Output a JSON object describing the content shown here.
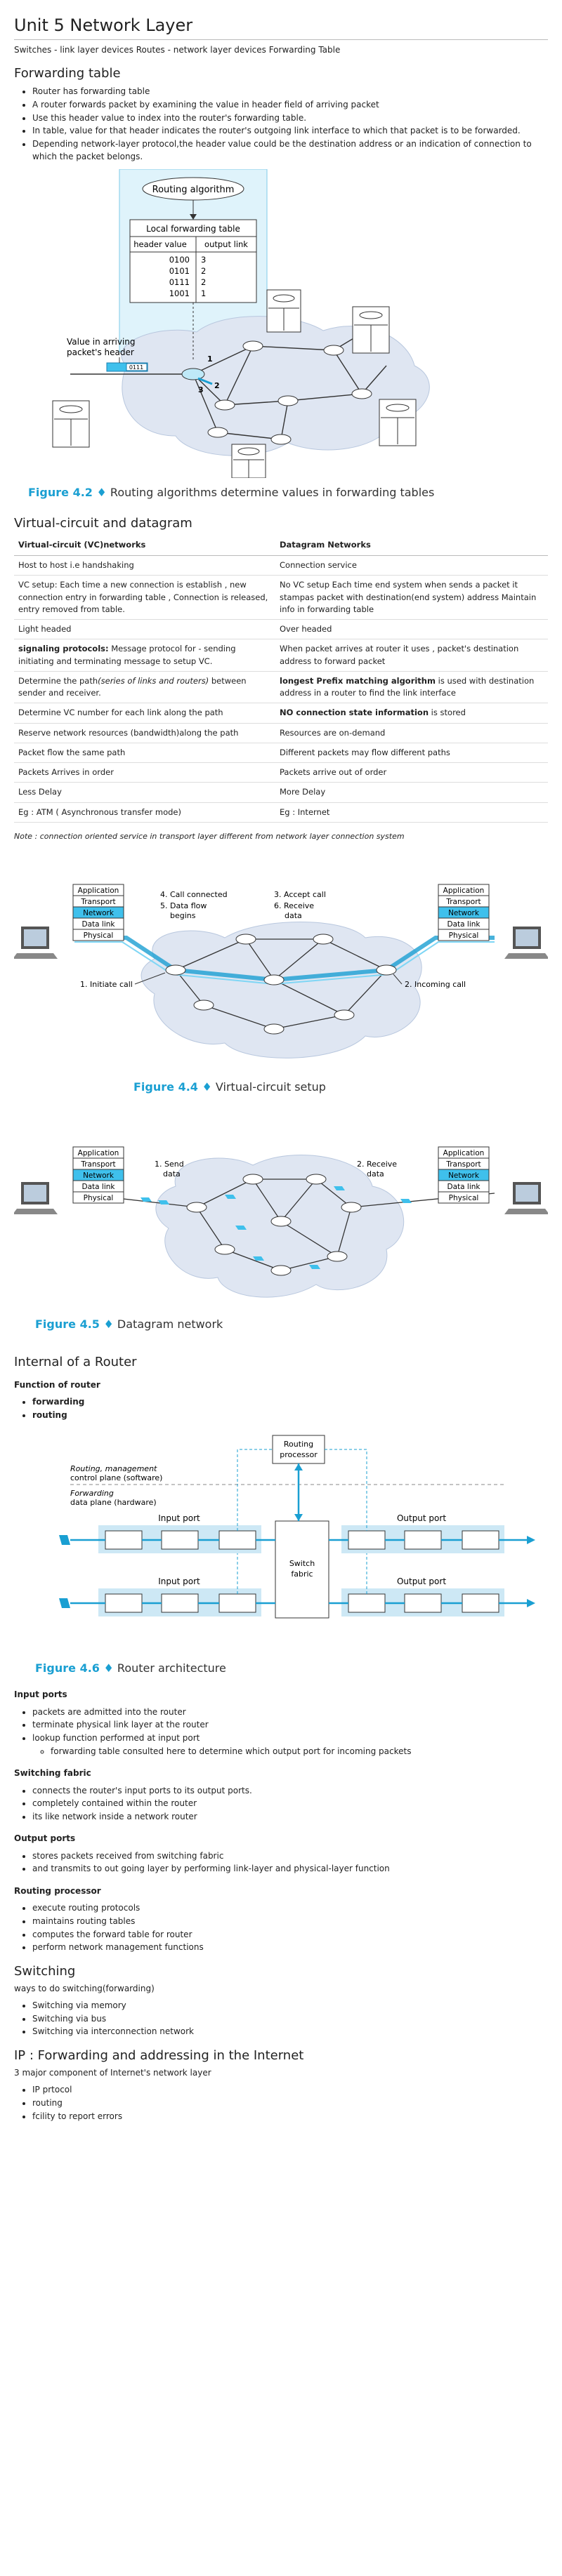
{
  "title": "Unit 5 Network Layer",
  "intro": "Switches - link layer devices Routes - network layer devices Forwarding Table",
  "fwd": {
    "heading": "Forwarding table",
    "bullets": [
      "Router has forwarding table",
      "A router forwards packet by examining the value in header field of arriving packet",
      "Use this header value to index into the router's forwarding table.",
      "In table, value for that header indicates the router's outgoing link interface to which that packet is to be forwarded.",
      "Depending network-layer protocol,the header value could be the destination address or an indication of connection to which the packet belongs."
    ],
    "fig": {
      "algo": "Routing algorithm",
      "table_title": "Local forwarding table",
      "col1": "header value",
      "col2": "output link",
      "rows": [
        [
          "0100",
          "3"
        ],
        [
          "0101",
          "2"
        ],
        [
          "0111",
          "2"
        ],
        [
          "1001",
          "1"
        ]
      ],
      "arrive1": "Value in arriving",
      "arrive2": "packet's header",
      "pkt": "0111",
      "l1": "1",
      "l2": "2",
      "l3": "3"
    },
    "caption_num": "Figure 4.2 ♦",
    "caption_text": "Routing algorithms determine values in forwarding tables"
  },
  "vc": {
    "heading": "Virtual-circuit and datagram",
    "th1": "Virtual-circuit (VC)networks",
    "th2": "Datagram Networks",
    "rows": [
      {
        "a": "Host to host i.e handshaking",
        "b": "Connection service"
      },
      {
        "a": "VC setup: Each time a new connection is establish , new connection entry in forwarding table , Connection is released, entry removed from table.",
        "b": "No VC setup Each time end system when sends a packet it stampas packet with destination(end system) address Maintain info in forwarding table"
      },
      {
        "a": "Light headed",
        "b": "Over headed"
      },
      {
        "a_b": "signaling protocols:",
        "a": " Message protocol for - sending initiating and terminating message to setup VC.",
        "b": "When packet arrives at router it uses , packet's destination address to forward packet"
      },
      {
        "a": "Determine the path",
        "a_i": "(series of links and routers)",
        "a2": " between sender and receiver.",
        "b_b": "longest Prefix matching algorithm",
        "b": " is used with destination address in a router to find the link interface"
      },
      {
        "a": "Determine VC number for each link along the path",
        "b_b": "NO connection state information",
        "b": " is stored"
      },
      {
        "a": "Reserve network resources (bandwidth)along the path",
        "b": "Resources are on-demand"
      },
      {
        "a": "Packet flow the same path",
        "b": "Different packets may flow different paths"
      },
      {
        "a": "Packets Arrives in order",
        "b": "Packets arrive out of order"
      },
      {
        "a": "Less Delay",
        "b": "More Delay"
      },
      {
        "a": "Eg : ATM ( Asynchronous transfer mode)",
        "b": "Eg : Internet"
      }
    ],
    "note": "Note : connection oriented service in transport layer different from network layer connection system"
  },
  "stack": [
    "Application",
    "Transport",
    "Network",
    "Data link",
    "Physical"
  ],
  "fig44": {
    "s4": "4. Call connected",
    "s5a": "5. Data flow",
    "s5b": "begins",
    "s3": "3. Accept call",
    "s6a": "6. Receive",
    "s6b": "data",
    "s1": "1. Initiate call",
    "s2": "2. Incoming call",
    "caption_num": "Figure 4.4 ♦",
    "caption_text": "Virtual-circuit setup"
  },
  "fig45": {
    "s1a": "1. Send",
    "s1b": "data",
    "s2a": "2. Receive",
    "s2b": "data",
    "caption_num": "Figure 4.5 ♦",
    "caption_text": "Datagram network"
  },
  "router": {
    "heading": "Internal of a Router",
    "func_label": "Function of router",
    "funcs": [
      "forwarding",
      "routing"
    ],
    "fig": {
      "rp1": "Routing",
      "rp2": "processor",
      "cp1": "Routing, management",
      "cp2": "control plane (software)",
      "dp1": "Forwarding",
      "dp2": "data plane (hardware)",
      "in1": "Input port",
      "in2": "Input port",
      "out1": "Output port",
      "out2": "Output port",
      "sw1": "Switch",
      "sw2": "fabric"
    },
    "caption_num": "Figure 4.6 ♦",
    "caption_text": "Router architecture",
    "input_label": "Input ports",
    "input": [
      "packets are admitted into the router",
      "terminate physical link layer at the router",
      "lookup function performed at input port"
    ],
    "input_sub": "forwarding table consulted here to determine which output port for incoming packets",
    "switch_label": "Switching fabric",
    "switch": [
      "connects the router's input ports to its output ports.",
      "completely contained within the router",
      "its like network inside a network router"
    ],
    "output_label": "Output ports",
    "output": [
      "stores packets received from switching fabric",
      "and transmits to out going layer by performing link-layer and physical-layer function"
    ],
    "rp_label": "Routing processor",
    "rp": [
      "execute routing protocols",
      "maintains routing tables",
      "computes the forward table for router",
      "perform network management functions"
    ]
  },
  "switching": {
    "heading": "Switching",
    "intro": "ways to do switching(forwarding)",
    "items": [
      "Switching via memory",
      "Switching via bus",
      "Switching via interconnection network"
    ]
  },
  "ip": {
    "heading": "IP : Forwarding and addressing in the Internet",
    "intro": "3 major component of Internet's network layer",
    "items": [
      "IP prtocol",
      "routing",
      "fcility to report errors"
    ]
  },
  "colors": {
    "accent": "#1a9fd2",
    "cloud": "#dfe6f2",
    "highlight": "#3fc0ec"
  }
}
